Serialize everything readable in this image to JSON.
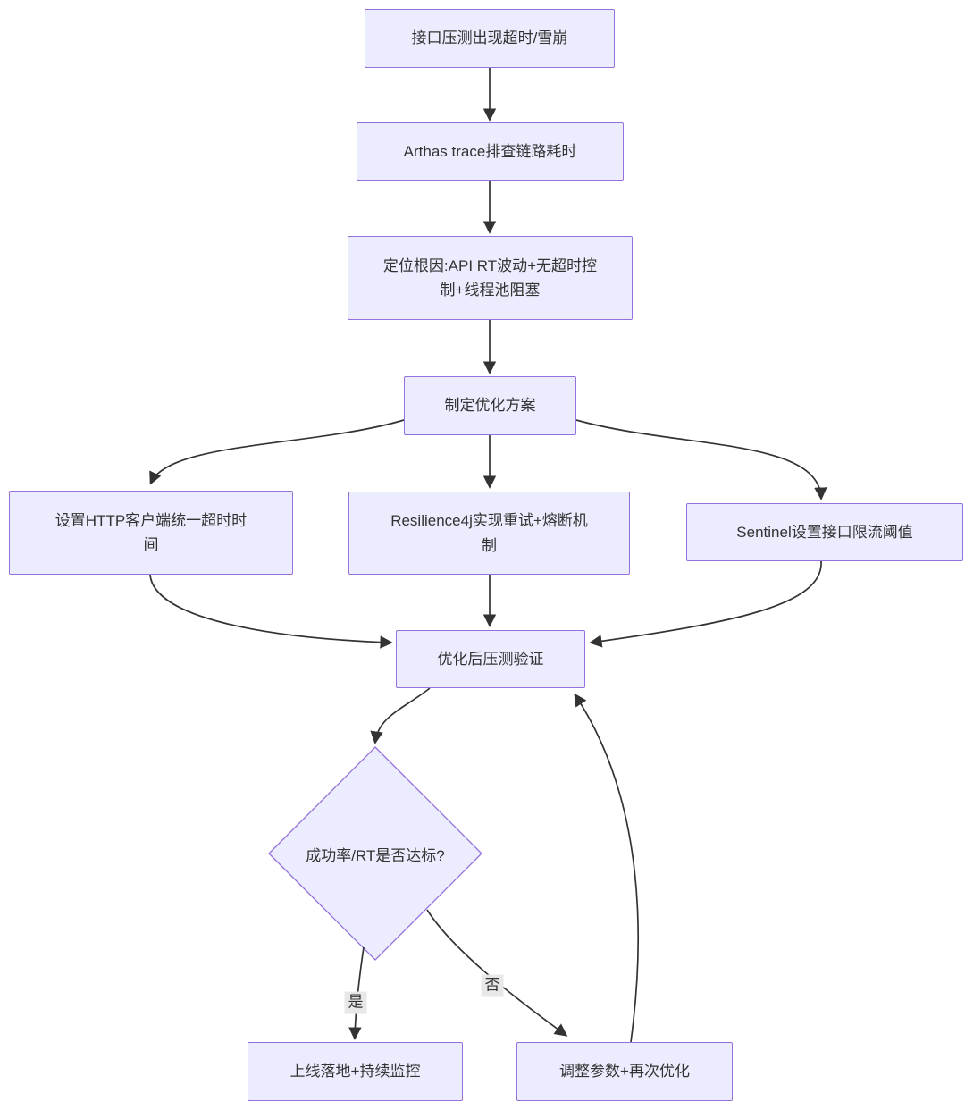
{
  "diagram": {
    "title": "",
    "type": "flowchart",
    "nodes": {
      "start": {
        "label": "接口压测出现超时/雪崩",
        "shape": "rect"
      },
      "arthas": {
        "label": "Arthas trace排查链路耗时",
        "shape": "rect"
      },
      "rootcause": {
        "label": "定位根因:API RT波动+无超时控制+线程池阻塞",
        "shape": "rect"
      },
      "plan": {
        "label": "制定优化方案",
        "shape": "rect"
      },
      "http_timeout": {
        "label": "设置HTTP客户端统一超时时间",
        "shape": "rect"
      },
      "resilience4j": {
        "label": "Resilience4j实现重试+熔断机制",
        "shape": "rect"
      },
      "sentinel": {
        "label": "Sentinel设置接口限流阈值",
        "shape": "rect"
      },
      "verify": {
        "label": "优化后压测验证",
        "shape": "rect"
      },
      "decision": {
        "label": "成功率/RT是否达标?",
        "shape": "diamond"
      },
      "launch": {
        "label": "上线落地+持续监控",
        "shape": "rect"
      },
      "adjust": {
        "label": "调整参数+再次优化",
        "shape": "rect"
      }
    },
    "edge_labels": {
      "yes": "是",
      "no": "否"
    },
    "edges": [
      {
        "from": "start",
        "to": "arthas"
      },
      {
        "from": "arthas",
        "to": "rootcause"
      },
      {
        "from": "rootcause",
        "to": "plan"
      },
      {
        "from": "plan",
        "to": "http_timeout"
      },
      {
        "from": "plan",
        "to": "resilience4j"
      },
      {
        "from": "plan",
        "to": "sentinel"
      },
      {
        "from": "http_timeout",
        "to": "verify"
      },
      {
        "from": "resilience4j",
        "to": "verify"
      },
      {
        "from": "sentinel",
        "to": "verify"
      },
      {
        "from": "verify",
        "to": "decision"
      },
      {
        "from": "decision",
        "to": "launch",
        "label": "是"
      },
      {
        "from": "decision",
        "to": "adjust",
        "label": "否"
      },
      {
        "from": "adjust",
        "to": "verify"
      }
    ],
    "colors": {
      "node_fill": "#ECECFF",
      "node_border": "#9370DB",
      "edge_stroke": "#333333",
      "text": "#333333",
      "edge_label_bg": "#e8e8e8",
      "background": "#ffffff"
    }
  }
}
